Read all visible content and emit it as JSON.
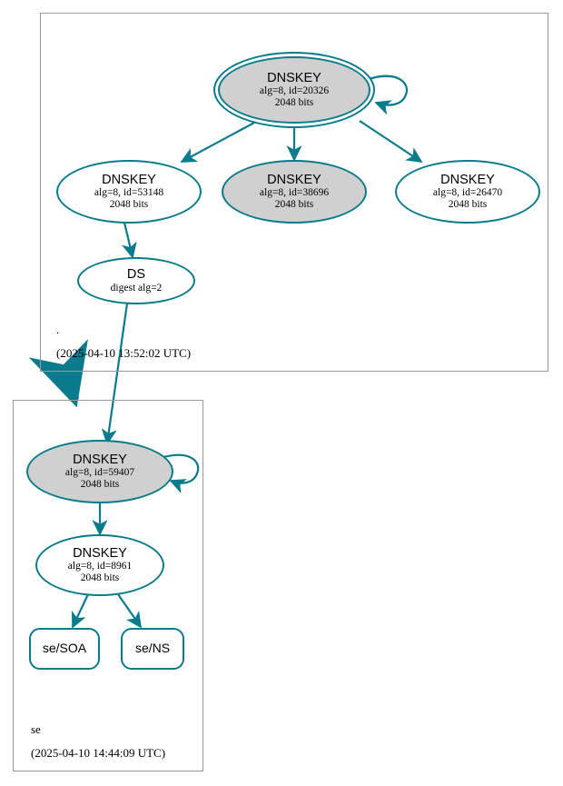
{
  "diagram": {
    "type": "dnssec-authentication-chain",
    "accent_color": "#0a7b8c",
    "node_fill_secure": "#d0d0d0",
    "node_fill_plain": "#ffffff",
    "zone_border_color": "#9a9a9a"
  },
  "zones": [
    {
      "id": "root",
      "name": ".",
      "timestamp": "(2025-04-10 13:52:02 UTC)"
    },
    {
      "id": "se",
      "name": "se",
      "timestamp": "(2025-04-10 14:44:09 UTC)"
    }
  ],
  "nodes": {
    "root_ksk_20326": {
      "title": "DNSKEY",
      "line2": "alg=8, id=20326",
      "line3": "2048 bits",
      "algorithm": 8,
      "key_id": 20326,
      "key_size": "2048 bits",
      "fill": "grey",
      "trust_anchor": true,
      "self_signed": true
    },
    "root_zsk_53148": {
      "title": "DNSKEY",
      "line2": "alg=8, id=53148",
      "line3": "2048 bits",
      "algorithm": 8,
      "key_id": 53148,
      "key_size": "2048 bits",
      "fill": "white",
      "trust_anchor": false,
      "self_signed": false
    },
    "root_zsk_38696": {
      "title": "DNSKEY",
      "line2": "alg=8, id=38696",
      "line3": "2048 bits",
      "algorithm": 8,
      "key_id": 38696,
      "key_size": "2048 bits",
      "fill": "grey",
      "trust_anchor": false,
      "self_signed": false
    },
    "root_zsk_26470": {
      "title": "DNSKEY",
      "line2": "alg=8, id=26470",
      "line3": "2048 bits",
      "algorithm": 8,
      "key_id": 26470,
      "key_size": "2048 bits",
      "fill": "white",
      "trust_anchor": false,
      "self_signed": false
    },
    "root_ds": {
      "title": "DS",
      "line2": "digest alg=2",
      "digest_algorithm": 2,
      "fill": "white"
    },
    "se_ksk_59407": {
      "title": "DNSKEY",
      "line2": "alg=8, id=59407",
      "line3": "2048 bits",
      "algorithm": 8,
      "key_id": 59407,
      "key_size": "2048 bits",
      "fill": "grey",
      "trust_anchor": false,
      "self_signed": true
    },
    "se_zsk_8961": {
      "title": "DNSKEY",
      "line2": "alg=8, id=8961",
      "line3": "2048 bits",
      "algorithm": 8,
      "key_id": 8961,
      "key_size": "2048 bits",
      "fill": "white",
      "trust_anchor": false,
      "self_signed": false
    },
    "se_soa": {
      "label": "se/SOA"
    },
    "se_ns": {
      "label": "se/NS"
    }
  },
  "edges": [
    {
      "from": "root_ksk_20326",
      "to": "root_ksk_20326",
      "kind": "self-signature"
    },
    {
      "from": "root_ksk_20326",
      "to": "root_zsk_53148",
      "kind": "signature"
    },
    {
      "from": "root_ksk_20326",
      "to": "root_zsk_38696",
      "kind": "signature"
    },
    {
      "from": "root_ksk_20326",
      "to": "root_zsk_26470",
      "kind": "signature"
    },
    {
      "from": "root_zsk_53148",
      "to": "root_ds",
      "kind": "signature"
    },
    {
      "from": "root_ds",
      "to": "se_ksk_59407",
      "kind": "ds-to-dnskey"
    },
    {
      "from": "root",
      "to": "se",
      "kind": "delegation"
    },
    {
      "from": "se_ksk_59407",
      "to": "se_ksk_59407",
      "kind": "self-signature"
    },
    {
      "from": "se_ksk_59407",
      "to": "se_zsk_8961",
      "kind": "signature"
    },
    {
      "from": "se_zsk_8961",
      "to": "se_soa",
      "kind": "signature"
    },
    {
      "from": "se_zsk_8961",
      "to": "se_ns",
      "kind": "signature"
    }
  ]
}
